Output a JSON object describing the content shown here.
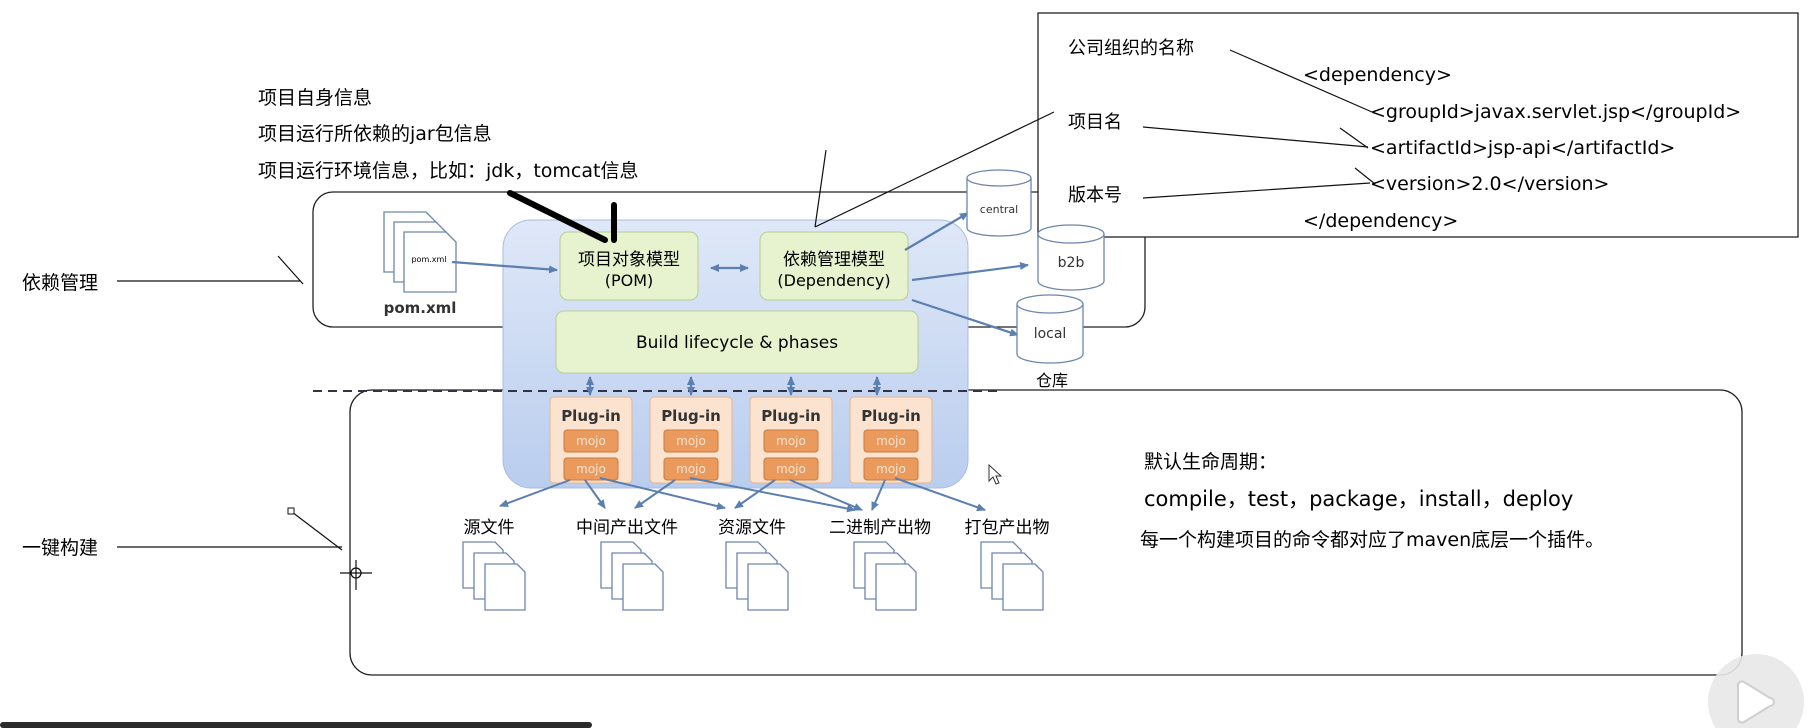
{
  "annotations": {
    "pom_info": [
      "项目自身信息",
      "项目运行所依赖的jar包信息",
      "项目运行环境信息，比如：jdk，tomcat信息"
    ],
    "dependency_management": "依赖管理",
    "one_click_build": "一键构建",
    "company_name": "公司组织的名称",
    "project_name": "项目名",
    "version_label": "版本号"
  },
  "dependency_xml": {
    "open": "<dependency>",
    "group_id": "<groupId>javax.servlet.jsp</groupId>",
    "artifact_id": "<artifactId>jsp-api</artifactId>",
    "version": "<version>2.0</version>",
    "close": "</dependency>"
  },
  "diagram": {
    "pom_model_line1": "项目对象模型",
    "pom_model_line2": "(POM)",
    "dep_model_line1": "依赖管理模型",
    "dep_model_line2": "(Dependency)",
    "build_lifecycle": "Build lifecycle & phases",
    "pom_file_icon_text": "pom.xml",
    "pom_file_label": "pom.xml",
    "repos": [
      "central",
      "b2b",
      "local"
    ],
    "repo_caption": "仓库",
    "plugins": [
      {
        "title": "Plug-in",
        "mojos": [
          "mojo",
          "mojo"
        ]
      },
      {
        "title": "Plug-in",
        "mojos": [
          "mojo",
          "mojo"
        ]
      },
      {
        "title": "Plug-in",
        "mojos": [
          "mojo",
          "mojo"
        ]
      },
      {
        "title": "Plug-in",
        "mojos": [
          "mojo",
          "mojo"
        ]
      }
    ],
    "outputs": [
      "源文件",
      "中间产出文件",
      "资源文件",
      "二进制产出物",
      "打包产出物"
    ]
  },
  "lifecycle": {
    "title": "默认生命周期：",
    "phases": "compile，test，package，install，deploy",
    "note": "每一个构建项目的命令都对应了maven底层一个插件。"
  },
  "colors": {
    "core_bg": "#c9d8f2",
    "model_green": "#e7f2cf",
    "mojo_orange": "#e99a5c",
    "plugin_bg": "#fbe3cf",
    "arrow_blue": "#5b7fb0"
  }
}
